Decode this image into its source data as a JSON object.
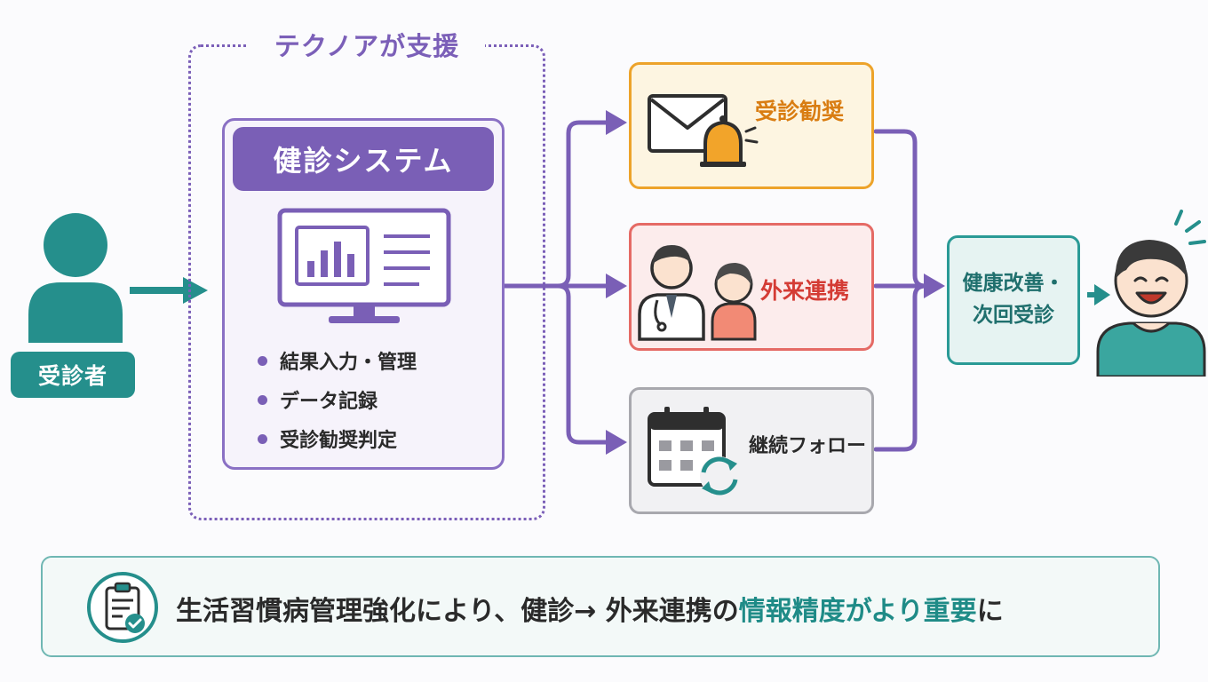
{
  "support": {
    "label": "テクノアが支援"
  },
  "patient": {
    "label": "受診者"
  },
  "system": {
    "title": "健診システム",
    "features": [
      "結果入力・管理",
      "データ記録",
      "受診勧奨判定"
    ]
  },
  "actions": {
    "encourage": "受診勧奨",
    "outpatient": "外来連携",
    "follow": "継続フォロー"
  },
  "outcome": {
    "line1": "健康改善・",
    "line2": "次回受診"
  },
  "banner": {
    "text_before": "生活習慣病管理強化により、健診→ 外来連携の",
    "text_highlight": "情報精度がより重要",
    "text_after": "に"
  },
  "colors": {
    "purple": "#7a5fb6",
    "teal": "#258f8c",
    "orange": "#eda32a",
    "red": "#e56a65",
    "gray": "#a8a8ae"
  },
  "icons": {
    "patient": "person-icon",
    "monitor": "monitor-chart-icon",
    "mail_bell": "mail-bell-icon",
    "doctor_patient": "doctor-patient-icon",
    "calendar_refresh": "calendar-refresh-icon",
    "happy_person": "happy-person-icon",
    "clipboard_check": "clipboard-check-icon"
  }
}
